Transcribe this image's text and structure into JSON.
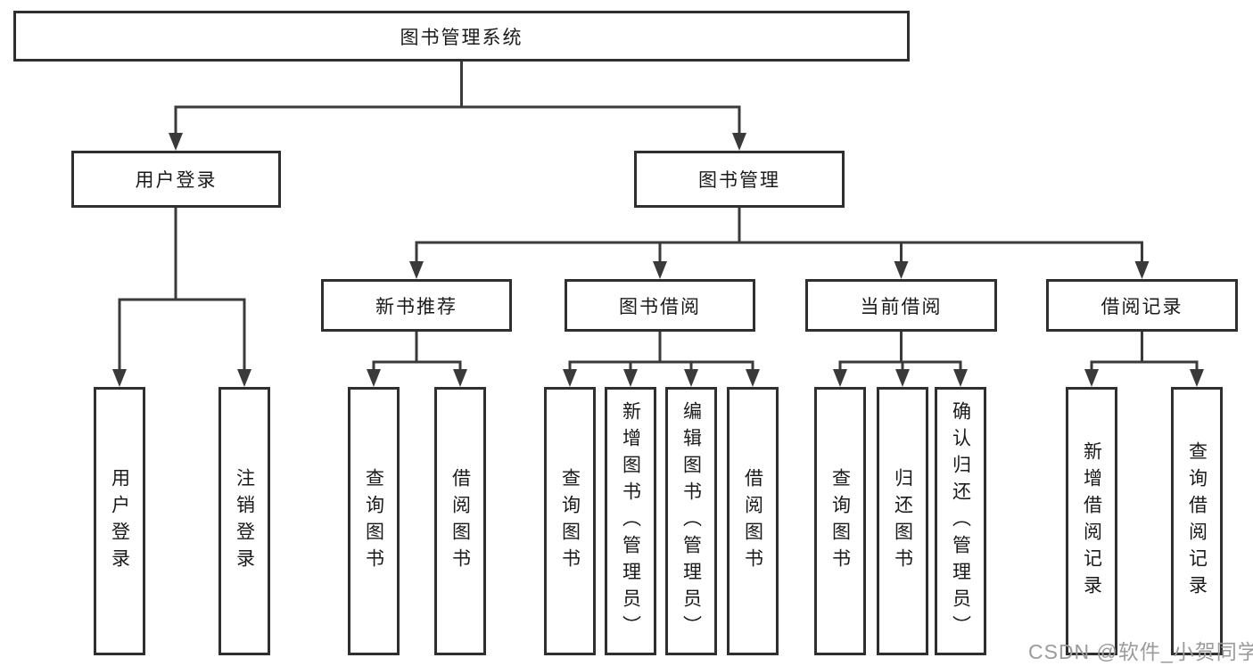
{
  "diagram": {
    "root": {
      "label": "图书管理系统"
    },
    "level2": [
      {
        "label": "用户登录"
      },
      {
        "label": "图书管理"
      }
    ],
    "level3": [
      {
        "label": "新书推荐"
      },
      {
        "label": "图书借阅"
      },
      {
        "label": "当前借阅"
      },
      {
        "label": "借阅记录"
      }
    ],
    "leaves": {
      "user_login": [
        "用户登录",
        "注销登录"
      ],
      "new_book_recommend": [
        "查询图书",
        "借阅图书"
      ],
      "book_borrow": [
        "查询图书",
        "新增图书（管理员）",
        "编辑图书（管理员）",
        "借阅图书"
      ],
      "current_borrow": [
        "查询图书",
        "归还图书",
        "确认归还（管理员）"
      ],
      "borrow_records": [
        "新增借阅记录",
        "查询借阅记录"
      ]
    }
  },
  "watermark": {
    "text": "CSDN @软件_小贺同学"
  },
  "colors": {
    "line": "#3a3a3a",
    "border": "#2f2f2f",
    "text": "#1a1a1a",
    "background": "#ffffff",
    "watermark": "#9b9b9b"
  }
}
